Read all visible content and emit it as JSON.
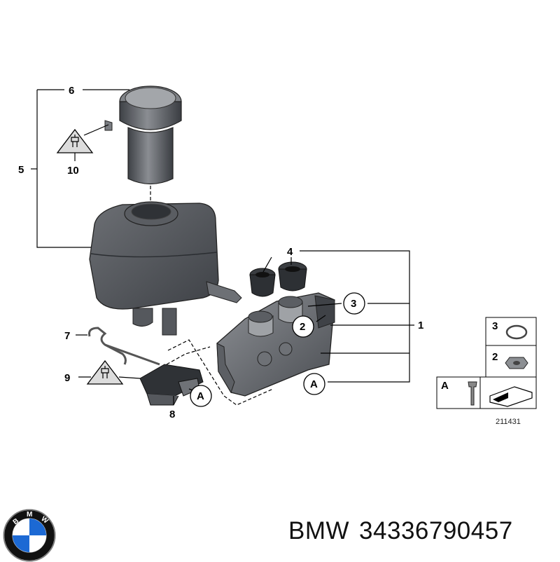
{
  "callouts": {
    "c1": "1",
    "c2": "2",
    "c3": "3",
    "c4": "4",
    "c5": "5",
    "c6": "6",
    "c7": "7",
    "c8": "8",
    "c9": "9",
    "c10": "10",
    "cA": "A"
  },
  "legend": {
    "row3": "3",
    "row2": "2",
    "rowA": "A",
    "code": "211431"
  },
  "footer": {
    "brand": "BMW",
    "part_number": "34336790457",
    "logo_letters": [
      "B",
      "M",
      "W"
    ]
  },
  "colors": {
    "part_dark": "#4a4d52",
    "part_mid": "#6b6e73",
    "part_light": "#9a9da1",
    "logo_blue": "#1c69d4",
    "warning_fill": "#dcdcdc"
  },
  "icons": [
    "warning-triangle-icon",
    "bmw-roundel-logo"
  ]
}
